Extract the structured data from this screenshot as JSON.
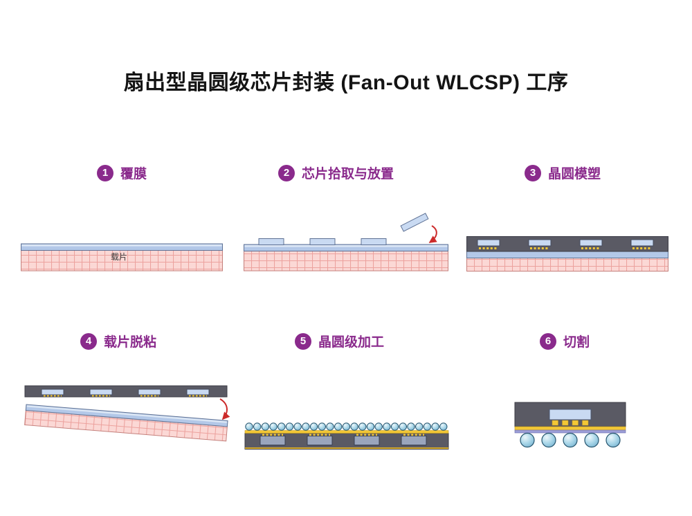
{
  "title": "扇出型晶圆级芯片封装 (Fan-Out WLCSP) 工序",
  "steps": [
    {
      "number": "1",
      "label": "覆膜"
    },
    {
      "number": "2",
      "label": "芯片拾取与放置"
    },
    {
      "number": "3",
      "label": "晶圆模塑"
    },
    {
      "number": "4",
      "label": "载片脱粘"
    },
    {
      "number": "5",
      "label": "晶圆级加工"
    },
    {
      "number": "6",
      "label": "切割"
    }
  ],
  "diagram_labels": {
    "carrier": "载片"
  },
  "colors": {
    "accent": "#8A2A8C",
    "carrier_pink": "#FBD8D5",
    "carrier_grid": "#ECA29E",
    "film_blue": "#B3C8E8",
    "chip_blue": "#C9DAF2",
    "molding_gray": "#5A5A64",
    "rdl_yellow": "#F2C736",
    "ball_blue": "#A9D6E8",
    "arrow_red": "#CC2A2A"
  }
}
